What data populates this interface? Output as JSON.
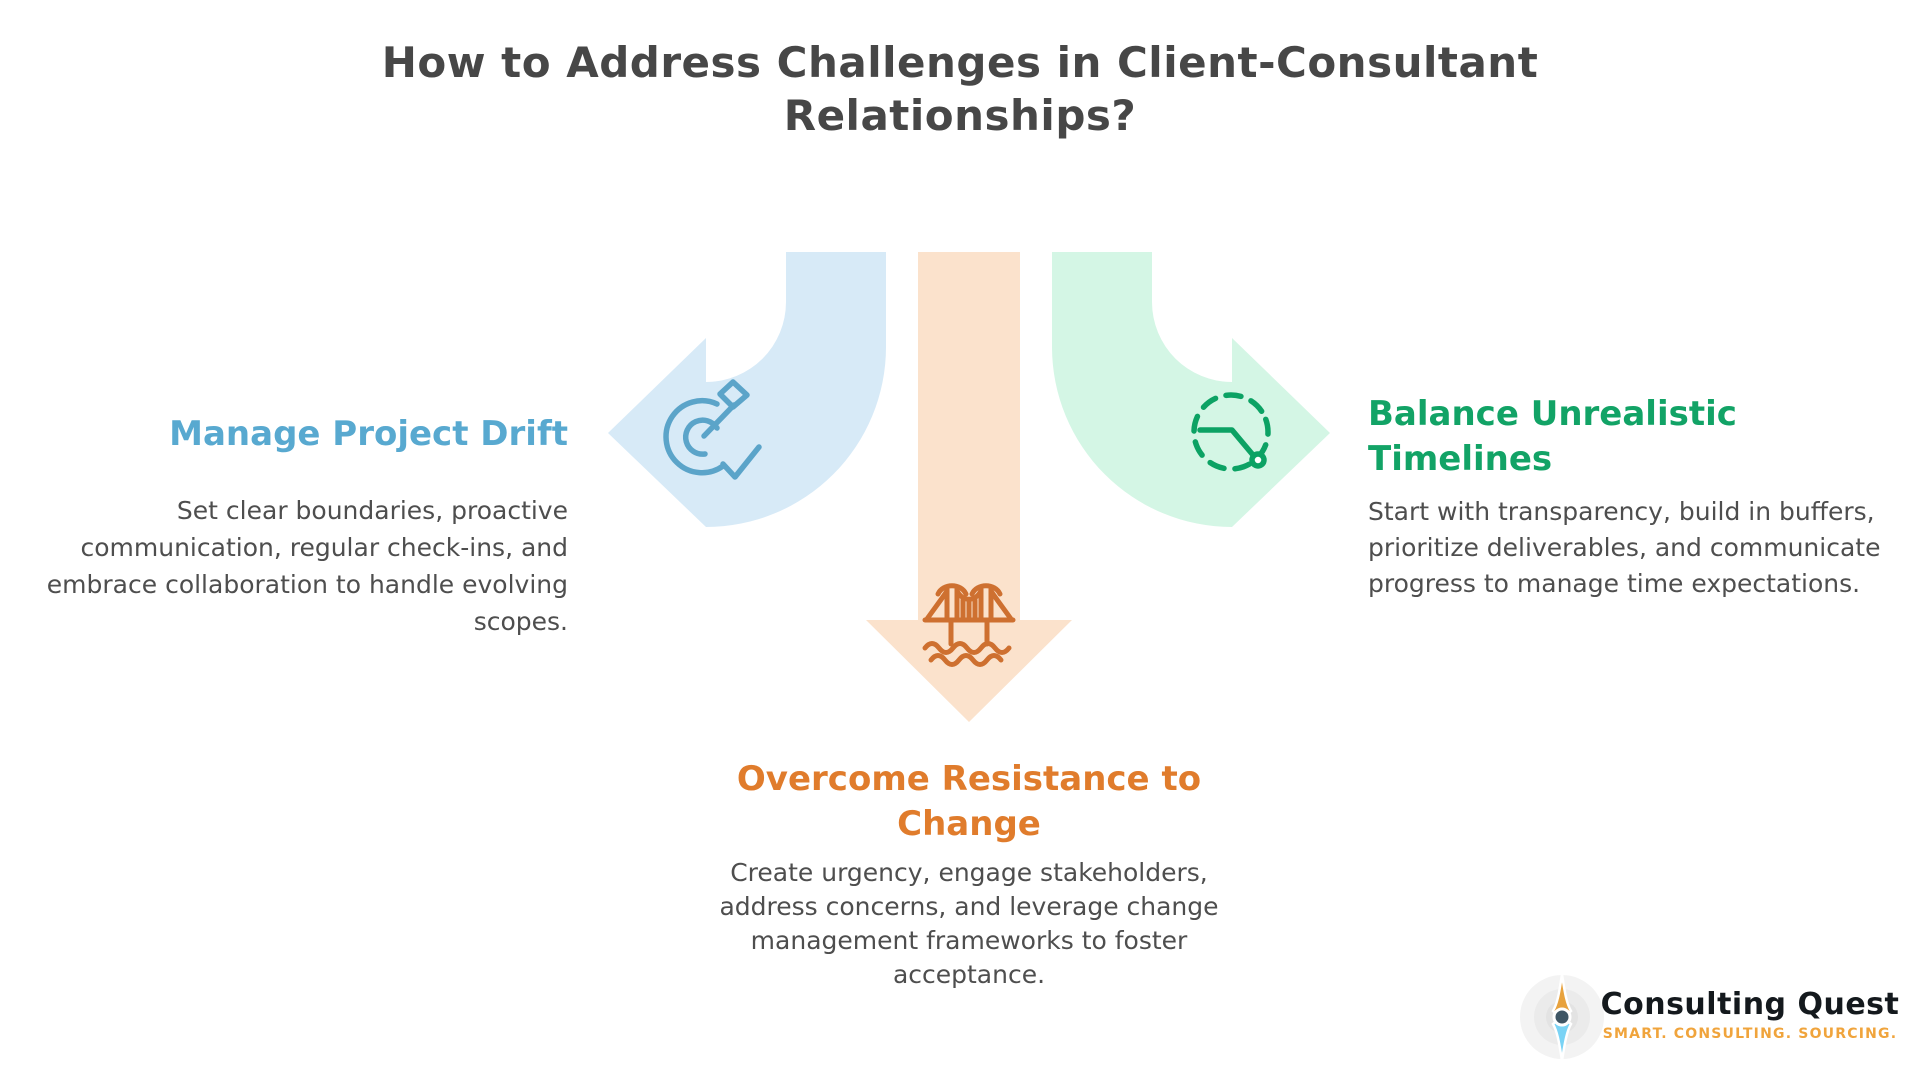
{
  "page": {
    "title": "How to Address Challenges in Client-Consultant\nRelationships?",
    "title_color": "#474747",
    "background": "#ffffff",
    "body_text_color": "#4e4e4e"
  },
  "sections": {
    "left": {
      "title": "Manage Project Drift",
      "body": "Set clear boundaries, proactive\ncommunication, regular check-ins, and\nembrace collaboration to handle evolving\nscopes.",
      "accent_color": "#58a9d0",
      "arrow_fill": "#d7eaf7",
      "icon": "dart-target-icon",
      "icon_color": "#5ba4c9",
      "arrow_direction": "left"
    },
    "center": {
      "title": "Overcome Resistance to Change",
      "body": "Create urgency, engage stakeholders,\naddress concerns, and leverage change\nmanagement frameworks to foster\nacceptance.",
      "accent_color": "#e07c2c",
      "arrow_fill": "#fbe2cc",
      "icon": "bridge-icon",
      "icon_color": "#ce7030",
      "arrow_direction": "down"
    },
    "right": {
      "title": "Balance Unrealistic\nTimelines",
      "body": "Start with transparency, build in buffers,\nprioritize deliverables, and communicate\nprogress to manage time expectations.",
      "accent_color": "#12a366",
      "arrow_fill": "#d4f6e5",
      "icon": "clock-icon",
      "icon_color": "#0ca264",
      "arrow_direction": "right"
    }
  },
  "logo": {
    "name": "Consulting Quest",
    "tagline": "SMART. CONSULTING. SOURCING.",
    "name_color": "#14191d",
    "tagline_color": "#f0a43c",
    "mark": "compass-icon",
    "needle_top_color": "#e8a23d",
    "needle_bottom_color": "#7ad3f5",
    "hub_color": "#3f5665"
  }
}
